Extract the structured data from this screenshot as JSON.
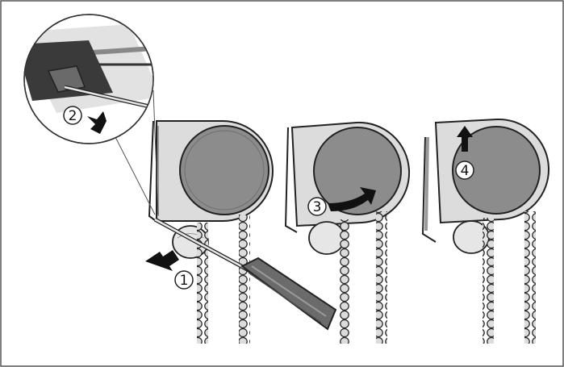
{
  "diagram": {
    "steps": [
      {
        "label": "1"
      },
      {
        "label": "2"
      },
      {
        "label": "3"
      },
      {
        "label": "4"
      }
    ],
    "colors": {
      "housing": "#dcdcdc",
      "housing_edge": "#333333",
      "roller_disc": "#8c8c8c",
      "bead": "#d9d9d9",
      "arrow": "#111111",
      "screwdriver_handle": "#6b6b6b",
      "border": "#555555"
    },
    "icons": [
      "arrow-icon",
      "screwdriver-icon",
      "bead-chain-icon"
    ]
  }
}
